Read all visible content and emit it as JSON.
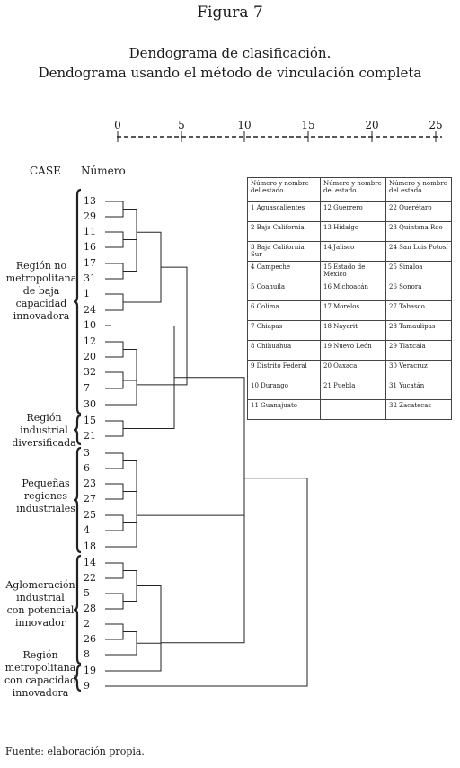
{
  "figure_label": "Figura 7",
  "subtitle1": "Dendograma de clasificación.",
  "subtitle2": "Dendograma usando el método de vinculación completa",
  "col_case": "CASE",
  "col_num": "Número",
  "axis_ticks": [
    "0",
    "5",
    "10",
    "15",
    "20",
    "25"
  ],
  "leaves": [
    "13",
    "29",
    "11",
    "16",
    "17",
    "31",
    "1",
    "24",
    "10",
    "12",
    "20",
    "32",
    "7",
    "30",
    "15",
    "21",
    "3",
    "6",
    "23",
    "27",
    "25",
    "4",
    "18",
    "14",
    "22",
    "5",
    "28",
    "2",
    "26",
    "8",
    "19",
    "9"
  ],
  "groups": [
    {
      "lines": [
        "Región no",
        "metropolitana",
        "de baja",
        "capacidad",
        "innovadora"
      ]
    },
    {
      "lines": [
        "Región",
        "industrial",
        "diversificada"
      ]
    },
    {
      "lines": [
        "Pequeñas",
        "regiones",
        "industriales"
      ]
    },
    {
      "lines": [
        "Aglomeración",
        "industrial",
        "con potencial",
        "innovador"
      ]
    },
    {
      "lines": [
        "Región",
        "metropolitana",
        "con capacidad",
        "innovadora"
      ]
    }
  ],
  "table": {
    "headers": [
      "Número y nombre del estado",
      "Número y nombre del estado",
      "Número y nombre del estado"
    ],
    "rows": [
      [
        "1  Aguascalientes",
        "12 Guerrero",
        "22 Querétaro"
      ],
      [
        "2  Baja California",
        "13 Hidalgo",
        "23 Quintana Roo"
      ],
      [
        "3  Baja California Sur",
        "14 Jalisco",
        "24 San Luis Potosí"
      ],
      [
        "4  Campeche",
        "15 Estado de México",
        "25 Sinaloa"
      ],
      [
        "5  Coahuila",
        "16 Michoacán",
        "26 Sonora"
      ],
      [
        "6 Colima",
        "17 Morelos",
        "27 Tabasco"
      ],
      [
        "7  Chiapas",
        "18 Nayarit",
        "28 Tamaulipas"
      ],
      [
        "8 Chihuahua",
        "19 Nuevo León",
        "29 Tlaxcala"
      ],
      [
        "9 Distrito Federal",
        "20 Oaxaca",
        "30 Veracruz"
      ],
      [
        "10 Durango",
        "21 Puebla",
        "31 Yucatán"
      ],
      [
        "11 Guanajuato",
        "",
        "32 Zacatecas"
      ]
    ]
  },
  "source": "Fuente: elaboración propia."
}
